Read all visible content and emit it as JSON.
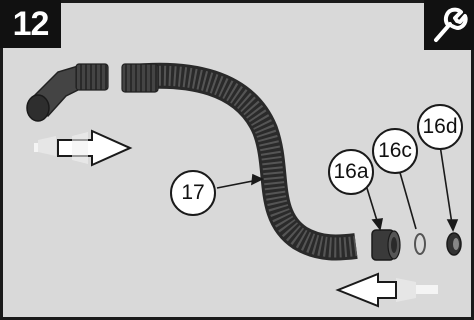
{
  "step": {
    "number": "12"
  },
  "tool": {
    "icon": "wrench-icon"
  },
  "callouts": {
    "hose": "17",
    "connector": "16a",
    "o_ring": "16c",
    "seal_ring": "16d"
  },
  "colors": {
    "background": "#d9d9d9",
    "frame": "#1a1a1a",
    "part": "#3f3f3f",
    "arrow_outline": "#1a1a1a"
  }
}
